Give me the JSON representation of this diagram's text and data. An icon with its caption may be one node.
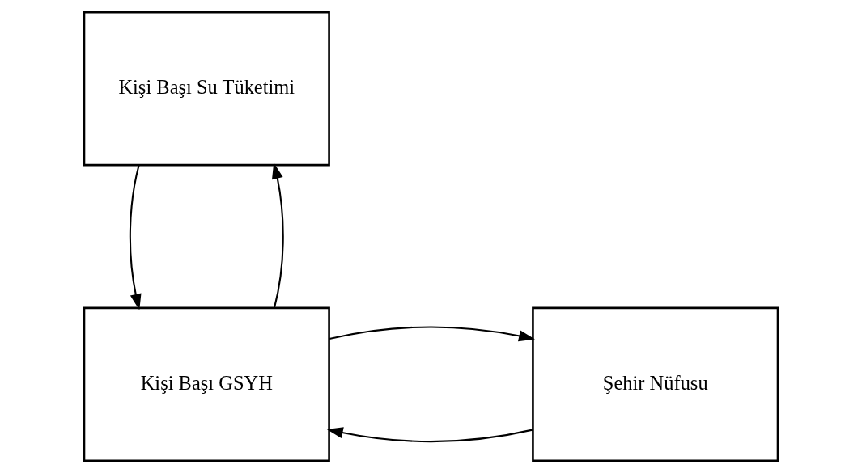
{
  "diagram": {
    "nodes": [
      {
        "text": [
          "Kişi Başı Su Tüketimi"
        ]
      },
      {
        "text": [
          "Kişi Başı GSYH"
        ]
      },
      {
        "text": [
          "Şehir Nüfusu"
        ]
      }
    ],
    "edges": [
      {
        "from": 0,
        "to": 1,
        "arrow": "to"
      },
      {
        "from": 1,
        "to": 0,
        "arrow": "to"
      },
      {
        "from": 2,
        "to": 1,
        "arrow": "to"
      },
      {
        "from": 1,
        "to": 2,
        "arrow": "to"
      }
    ]
  }
}
